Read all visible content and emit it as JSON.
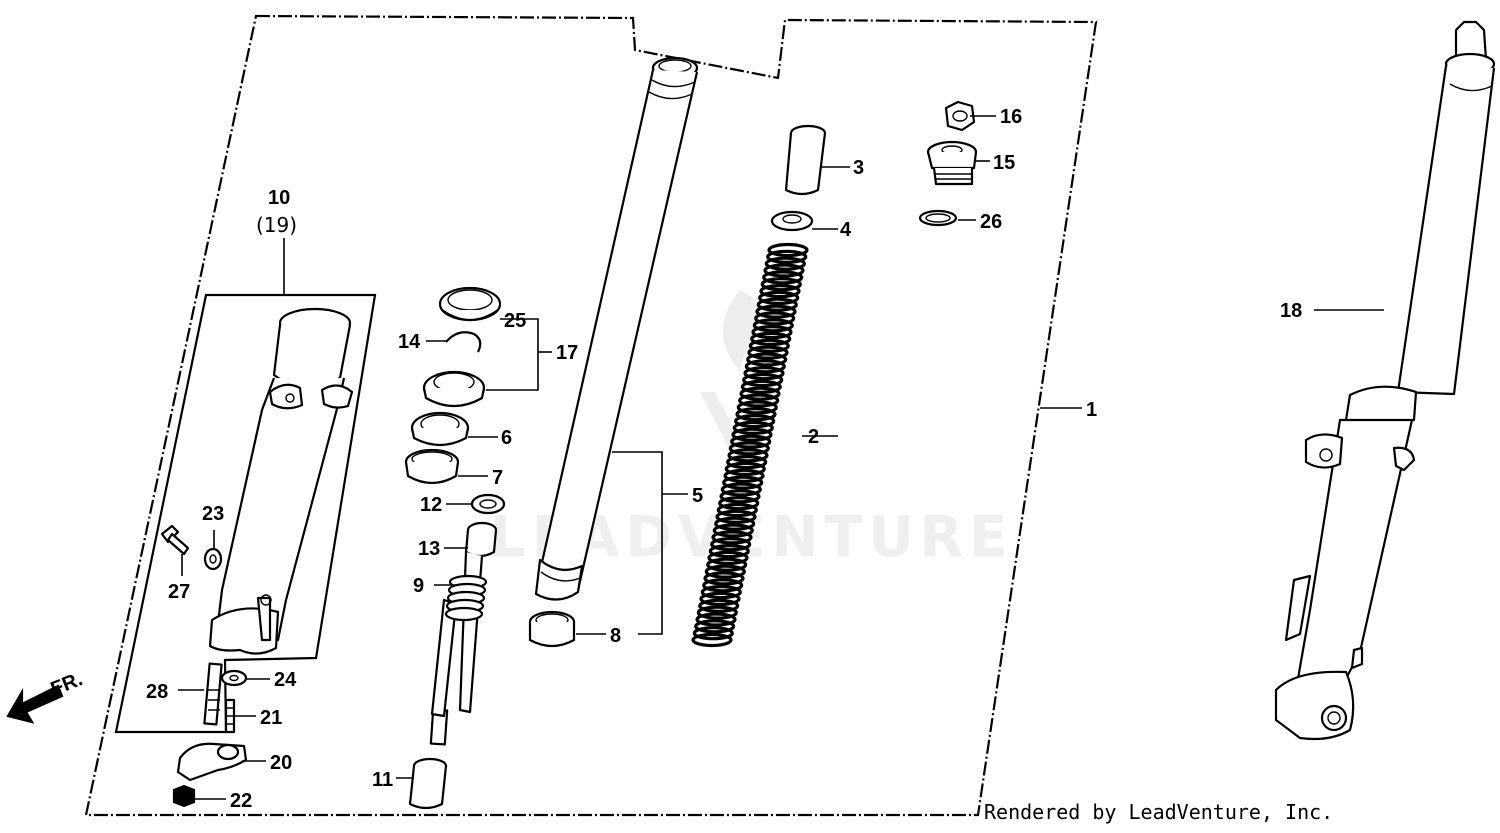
{
  "watermark": "LEADVENTURE",
  "credit": "Rendered by LeadVenture, Inc.",
  "front_label": "FR.",
  "callouts": {
    "c1": "1",
    "c2": "2",
    "c3": "3",
    "c4": "4",
    "c5": "5",
    "c6": "6",
    "c7": "7",
    "c8": "8",
    "c9": "9",
    "c10": "10",
    "c10_alt": "(19)",
    "c11": "11",
    "c12": "12",
    "c13": "13",
    "c14": "14",
    "c15": "15",
    "c16": "16",
    "c17": "17",
    "c18": "18",
    "c20": "20",
    "c21": "21",
    "c22": "22",
    "c23": "23",
    "c24": "24",
    "c25": "25",
    "c26": "26",
    "c27": "27",
    "c28": "28"
  }
}
